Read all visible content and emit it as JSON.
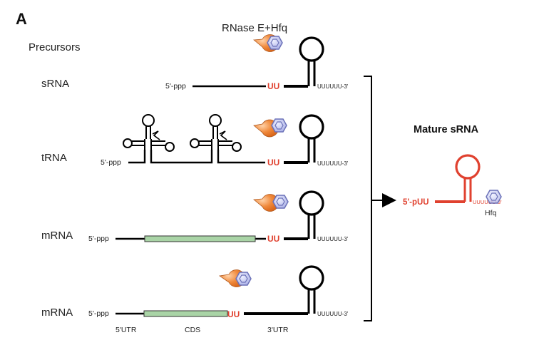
{
  "panel_letter": "A",
  "top_label": "RNase E+Hfq",
  "precursors_label": "Precursors",
  "rows": [
    {
      "label": "sRNA",
      "five_prime": "5'-ppp",
      "uu": "UU",
      "tail": "UUUUUU-3'"
    },
    {
      "label": "tRNA",
      "five_prime": "5'-ppp",
      "uu": "UU",
      "tail": "UUUUUU-3'"
    },
    {
      "label": "mRNA",
      "five_prime": "5'-ppp",
      "uu": "UU",
      "tail": "UUUUUU-3'"
    },
    {
      "label": "mRNA",
      "five_prime": "5'-ppp",
      "uu": "UU",
      "tail": "UUUUUU-3'"
    }
  ],
  "region_labels": {
    "utr5": "5'UTR",
    "cds": "CDS",
    "utr3": "3'UTR"
  },
  "mature": {
    "title": "Mature sRNA",
    "five_prime": "5'-pUU",
    "tail": "UUUUUU-3'",
    "hfq_label": "Hfq"
  },
  "colors": {
    "rnase": "#f08a3c",
    "hfq": "#8f95d6",
    "cds": "#a9d4a6",
    "mature": "#e0412f",
    "line": "#000000"
  },
  "icons": [
    "rnase-e-icon",
    "hfq-hexamer-icon",
    "trna-cloverleaf-icon",
    "stem-loop-icon"
  ]
}
